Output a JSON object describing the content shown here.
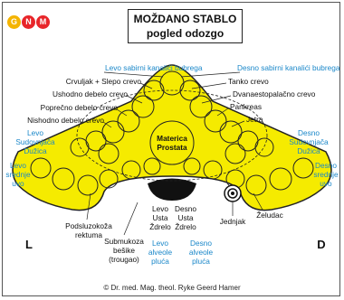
{
  "logo": {
    "letters": [
      "G",
      "N",
      "M"
    ],
    "colors": [
      "#f4b400",
      "#e8262a",
      "#e8262a"
    ]
  },
  "title": {
    "line1": "MOŽDANO STABLO",
    "line2": "pogled odozgo"
  },
  "labels": {
    "levo_sabirni": "Levo sabirni kanalići bubrega",
    "desno_sabirni": "Desno sabirni kanalići bubrega",
    "crvuljak": "Crvuljak + Slepo crevo",
    "tanko": "Tanko crevo",
    "ushodno": "Ushodno debelo crevo",
    "dvanaest": "Dvanaestopalačno crevo",
    "poprecno": "Poprečno debelo crevo",
    "pankreas": "Pankreas",
    "nishodno": "Nishodno debelo crevo",
    "jetra": "Jetra",
    "levo_sud_1": "Levo",
    "levo_sud_2": "Sudovnjača",
    "levo_sud_3": "Dužica",
    "desno_sud_1": "Desno",
    "desno_sud_2": "Sudovnjača",
    "desno_sud_3": "Dužica",
    "levo_uvo_1": "Levo",
    "levo_uvo_2": "srednje",
    "levo_uvo_3": "uvo",
    "desno_uvo_1": "Desno",
    "desno_uvo_2": "srednje",
    "desno_uvo_3": "uvo",
    "materica_1": "Materica",
    "materica_2": "Prostata",
    "podsluz_1": "Podsluzokoža",
    "podsluz_2": "rektuma",
    "levo_usta_1": "Levo",
    "levo_usta_2": "Usta",
    "levo_usta_3": "Ždrelo",
    "desno_usta_1": "Desno",
    "desno_usta_2": "Usta",
    "desno_usta_3": "Ždrelo",
    "jednjak": "Jednjak",
    "zeludac": "Želudac",
    "submuk_1": "Submukoza",
    "submuk_2": "bešike",
    "submuk_3": "(trougao)",
    "levo_alv_1": "Levo",
    "levo_alv_2": "alveole",
    "levo_alv_3": "pluća",
    "desno_alv_1": "Desno",
    "desno_alv_2": "alveole",
    "desno_alv_3": "pluća",
    "side_l": "L",
    "side_d": "D"
  },
  "copyright": "© Dr. med. Mag. theol. Ryke Geerd Hamer",
  "colors": {
    "fill": "#f5eb00",
    "accent_blue": "#1a87c9",
    "outline": "#222222"
  }
}
